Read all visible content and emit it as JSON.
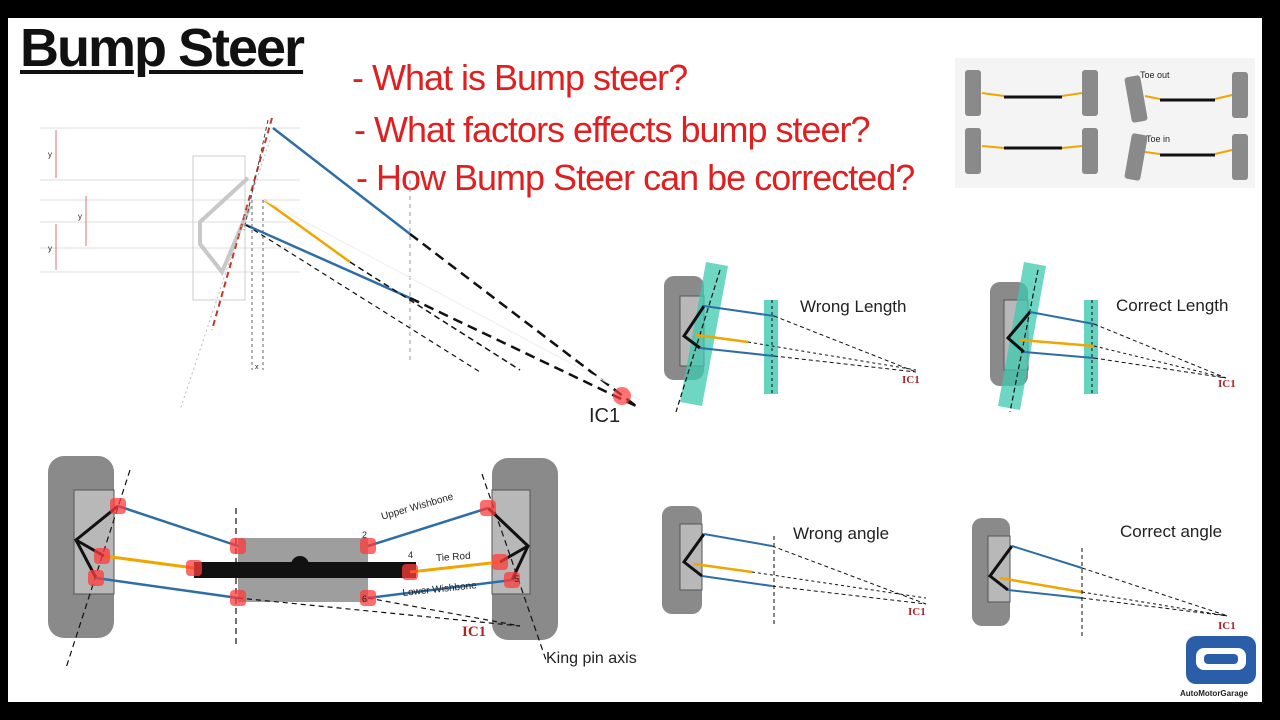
{
  "title": "Bump Steer",
  "questions": [
    "- What is Bump steer?",
    "- What factors effects bump steer?",
    "- How Bump Steer can be corrected?"
  ],
  "toe_panel": {
    "toe_out": "Toe out",
    "toe_in": "Toe in"
  },
  "geometry_labels": {
    "y": "y",
    "x": "x",
    "ic1": "IC1"
  },
  "front_view": {
    "upper_wishbone": "Upper Wishbone",
    "tie_rod": "Tie Rod",
    "lower_wishbone": "Lower Wishbone",
    "kingpin_axis": "King pin axis",
    "ic1": "IC1",
    "points": [
      "2",
      "4",
      "6",
      "5"
    ]
  },
  "examples": {
    "wrong_length": "Wrong  Length",
    "correct_length": "Correct Length",
    "wrong_angle": "Wrong  angle",
    "correct_angle": "Correct angle",
    "ic1": "IC1"
  },
  "brand": "AutoMotorGarage",
  "colors": {
    "question_red": "#e02020",
    "arm_blue": "#2e6ea6",
    "tie_rod_yellow": "#f0a500",
    "hardpoint_red": "#ff3b3b",
    "teal": "#3cc9b0"
  }
}
